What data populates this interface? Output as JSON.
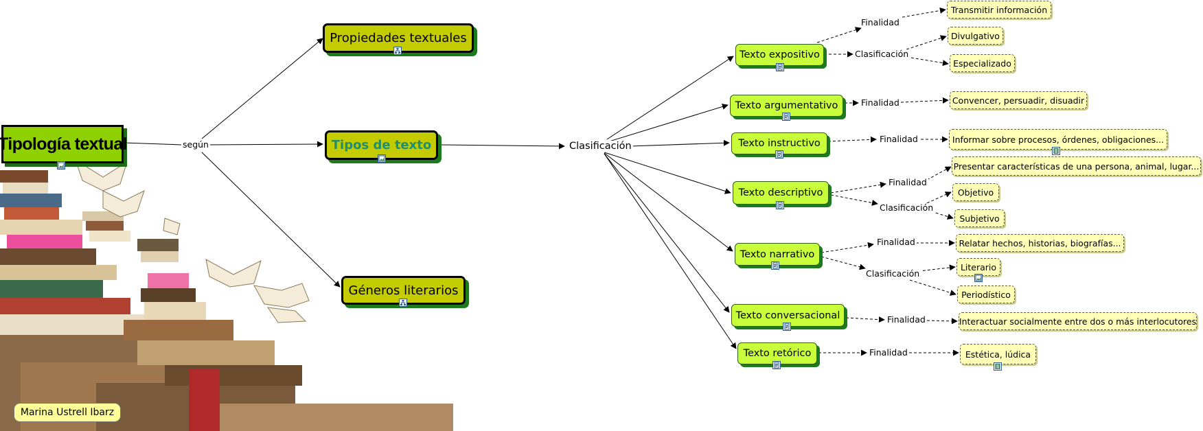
{
  "diagram": {
    "title": "Tipología textual",
    "link_segun": "según",
    "topics": {
      "propiedades": "Propiedades textuales",
      "tipos": "Tipos de texto",
      "generos": "Géneros literarios"
    },
    "clasificacion": "Clasificación",
    "author": "Marina Ustrell Ibarz",
    "texts": {
      "expositivo": {
        "label": "Texto expositivo",
        "finalidad": "Finalidad",
        "finalidad_value": "Transmitir información",
        "clasificacion": "Clasificación",
        "types": [
          "Divulgativo",
          "Especializado"
        ]
      },
      "argumentativo": {
        "label": "Texto argumentativo",
        "finalidad": "Finalidad",
        "finalidad_value": "Convencer, persuadir, disuadir"
      },
      "instructivo": {
        "label": "Texto instructivo",
        "finalidad": "Finalidad",
        "finalidad_value": "Informar sobre procesos, órdenes, obligaciones..."
      },
      "descriptivo": {
        "label": "Texto descriptivo",
        "finalidad": "Finalidad",
        "finalidad_value": "Presentar características de una persona, animal, lugar...",
        "clasificacion": "Clasificación",
        "types": [
          "Objetivo",
          "Subjetivo"
        ]
      },
      "narrativo": {
        "label": "Texto narrativo",
        "finalidad": "Finalidad",
        "finalidad_value": "Relatar hechos, historias, biografías...",
        "clasificacion": "Clasificación",
        "types": [
          "Literario",
          "Periodístico"
        ]
      },
      "conversacional": {
        "label": "Texto conversacional",
        "finalidad": "Finalidad",
        "finalidad_value": "Interactuar socialmente entre dos o más interlocutores"
      },
      "retorico": {
        "label": "Texto retórico",
        "finalidad": "Finalidad",
        "finalidad_value": "Estética, lúdica"
      }
    }
  },
  "colors": {
    "main_node": "#8fd000",
    "topic_node": "#c4cc00",
    "sub_node": "#c8ff3a",
    "leaf_node": "#ffffb8",
    "shadow": "#1e7a1e",
    "teal_text": "#1e8f6e"
  },
  "icons": {
    "hierarchy": "hierarchy-icon",
    "image": "image-icon",
    "document": "document-icon",
    "attachment": "attachment-icon"
  }
}
